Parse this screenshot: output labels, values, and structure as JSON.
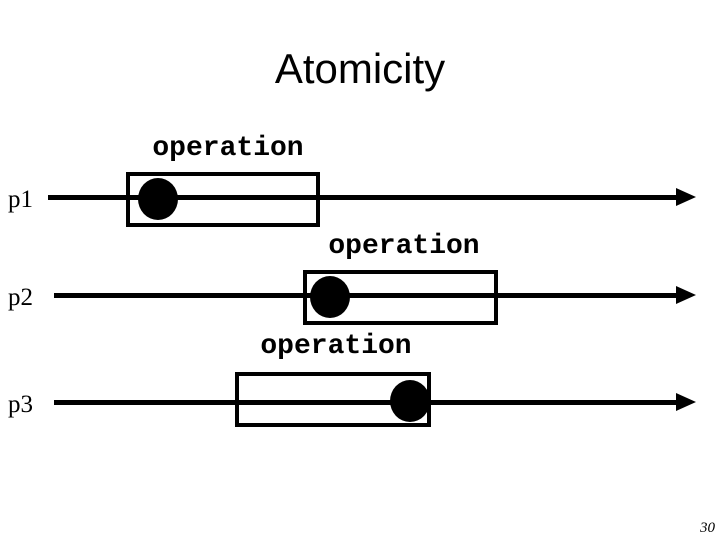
{
  "slide": {
    "title": "Atomicity",
    "page_number": "30",
    "colors": {
      "foreground": "#000000",
      "background": "#ffffff"
    },
    "rows": [
      {
        "label": "p1",
        "operation_label": "operation",
        "dot_position": "start"
      },
      {
        "label": "p2",
        "operation_label": "operation",
        "dot_position": "start"
      },
      {
        "label": "p3",
        "operation_label": "operation",
        "dot_position": "end"
      }
    ]
  }
}
